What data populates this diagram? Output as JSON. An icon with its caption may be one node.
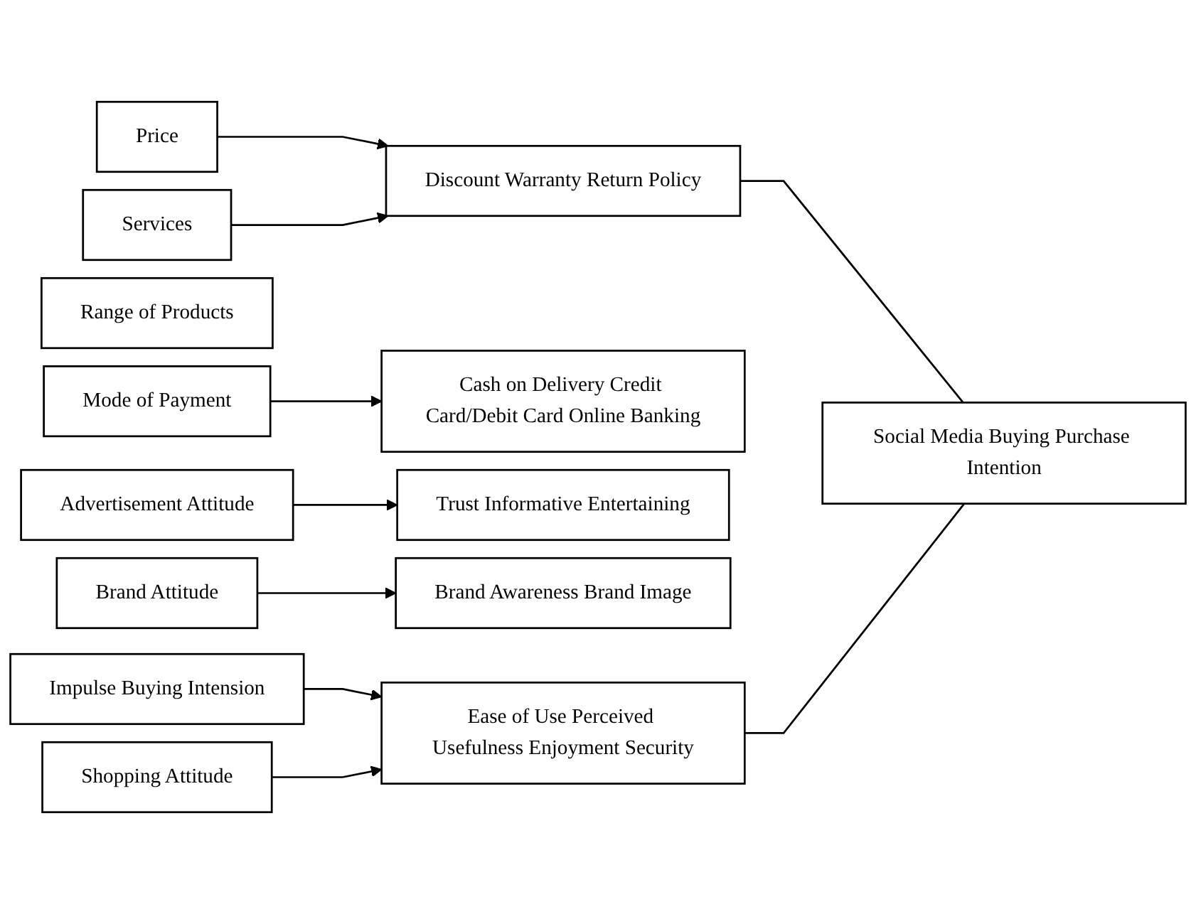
{
  "diagram": {
    "nodes": [
      {
        "text": [
          "Price"
        ]
      },
      {
        "text": [
          "Services"
        ]
      },
      {
        "text": [
          "Range of Products"
        ]
      },
      {
        "text": [
          "Mode of Payment"
        ]
      },
      {
        "text": [
          "Advertisement Attitude"
        ]
      },
      {
        "text": [
          "Brand Attitude"
        ]
      },
      {
        "text": [
          "Impulse Buying Intension"
        ]
      },
      {
        "text": [
          "Shopping Attitude"
        ]
      },
      {
        "text": [
          "Discount Warranty Return Policy"
        ]
      },
      {
        "text": [
          "Cash on Delivery Credit Card/Debit Card Online Banking"
        ]
      },
      {
        "text": [
          "Trust Informative Entertaining"
        ]
      },
      {
        "text": [
          "Brand Awareness Brand Image"
        ]
      },
      {
        "text": [
          "Ease of Use Perceived Usefulness Enjoyment Security"
        ]
      },
      {
        "text": [
          "Social Media Buying Purchase Intention"
        ]
      }
    ],
    "edges": [
      {
        "from": 0,
        "to": 8,
        "arrow": "to"
      },
      {
        "from": 1,
        "to": 8,
        "arrow": "to"
      },
      {
        "from": 3,
        "to": 9,
        "arrow": "to"
      },
      {
        "from": 4,
        "to": 10,
        "arrow": "to"
      },
      {
        "from": 5,
        "to": 11,
        "arrow": "to"
      },
      {
        "from": 6,
        "to": 12,
        "arrow": "to"
      },
      {
        "from": 7,
        "to": 12,
        "arrow": "to"
      },
      {
        "from": 8,
        "to": 13,
        "arrow": "none"
      },
      {
        "from": 12,
        "to": 13,
        "arrow": "none"
      }
    ]
  }
}
